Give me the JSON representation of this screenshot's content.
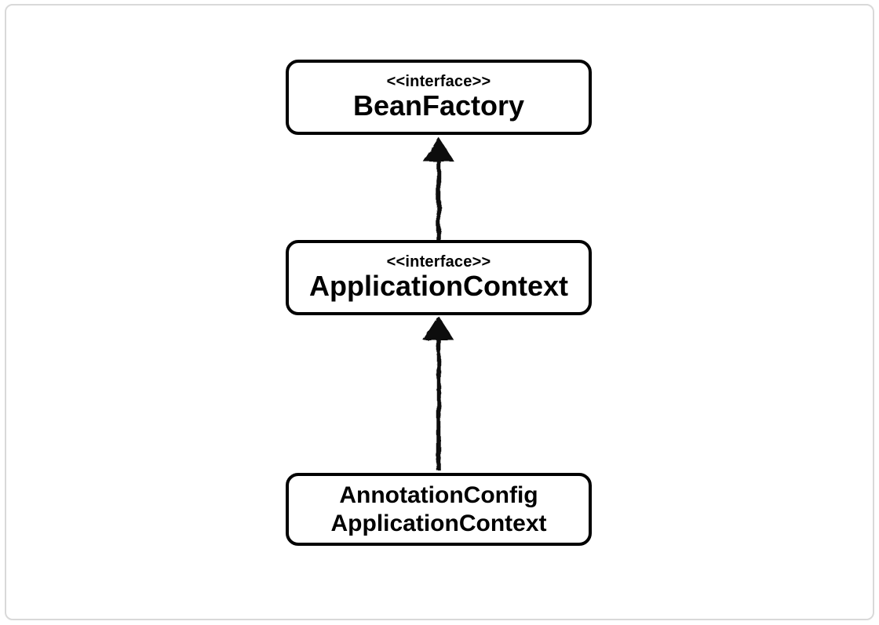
{
  "diagram": {
    "type": "uml-class-hierarchy",
    "nodes": [
      {
        "stereotype": "<<interface>>",
        "name": "BeanFactory"
      },
      {
        "stereotype": "<<interface>>",
        "name": "ApplicationContext"
      },
      {
        "name_line1": "AnnotationConfig",
        "name_line2": "ApplicationContext"
      }
    ],
    "edges": [
      {
        "from": "ApplicationContext",
        "to": "BeanFactory",
        "kind": "inheritance-arrow-up"
      },
      {
        "from": "AnnotationConfigApplicationContext",
        "to": "ApplicationContext",
        "kind": "inheritance-arrow-up"
      }
    ],
    "colors": {
      "node_border": "#000000",
      "text": "#000000",
      "arrow": "#111111",
      "background": "#ffffff",
      "frame_border": "#d9d9d9"
    }
  }
}
